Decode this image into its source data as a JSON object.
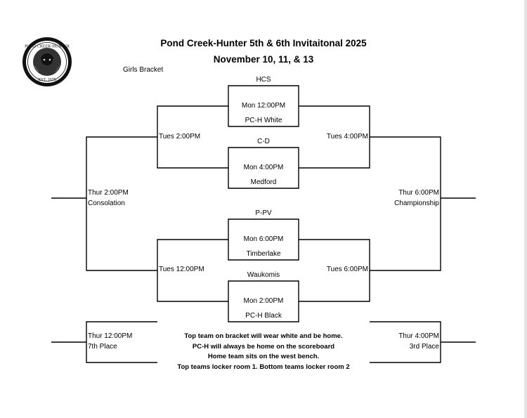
{
  "header": {
    "title": "Pond Creek-Hunter 5th & 6th Invitaitonal 2025",
    "dates": "November 10, 11, & 13",
    "bracket_label": "Girls Bracket"
  },
  "logo": {
    "text_top": "POND CREEK-HUNTER",
    "text_bottom": "EST. 1975"
  },
  "games": {
    "g1": {
      "top_team": "HCS",
      "time": "Mon 12:00PM",
      "bottom_team": "PC-H White"
    },
    "g2": {
      "top_team": "C-D",
      "time": "Mon 4:00PM",
      "bottom_team": "Medford"
    },
    "g3": {
      "top_team": "P-PV",
      "time": "Mon 6:00PM",
      "bottom_team": "Timberlake"
    },
    "g4": {
      "top_team": "Waukomis",
      "time": "Mon 2:00PM",
      "bottom_team": "PC-H Black"
    }
  },
  "rounds": {
    "left_semi_top": "Tues 2:00PM",
    "left_semi_bottom": "Tues 12:00PM",
    "right_semi_top": "Tues 4:00PM",
    "right_semi_bottom": "Tues 6:00PM",
    "consolation_time": "Thur 2:00PM",
    "consolation_label": "Consolation",
    "championship_time": "Thur 6:00PM",
    "championship_label": "Championship",
    "seventh_time": "Thur 12:00PM",
    "seventh_label": "7th Place",
    "third_time": "Thur 4:00PM",
    "third_label": "3rd Place"
  },
  "notes": [
    "Top team on bracket will wear white and be home.",
    "PC-H will always be home on the scoreboard",
    "Home team sits on the west bench.",
    "Top teams locker room 1.  Bottom teams locker room 2"
  ]
}
